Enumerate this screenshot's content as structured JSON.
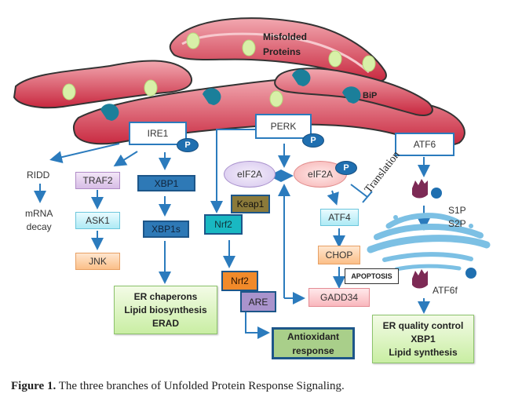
{
  "er": {
    "misfolded_line1": "Misfolded",
    "misfolded_line2": "Proteins",
    "bip": "BiP"
  },
  "sensors": {
    "ire1": "IRE1",
    "perk": "PERK",
    "atf6": "ATF6",
    "phospho": "P"
  },
  "ire1_branch": {
    "ridd": "RIDD",
    "mrna_line1": "mRNA",
    "mrna_line2": "decay",
    "traf2": "TRAF2",
    "ask1": "ASK1",
    "jnk": "JNK",
    "xbp1": "XBP1",
    "xbp1s": "XBP1s",
    "outcome": [
      "ER chaperons",
      "Lipid biosynthesis",
      "ERAD"
    ]
  },
  "perk_branch": {
    "eif2a": "eIF2A",
    "eif2a_p": "eIF2A",
    "keap1": "Keap1",
    "nrf2": "Nrf2",
    "nrf2_nuclear": "Nrf2",
    "are": "ARE",
    "antioxidant": [
      "Antioxidant",
      "response"
    ],
    "translation": "Translation",
    "atf4": "ATF4",
    "chop": "CHOP",
    "apoptosis": "APOPTOSIS",
    "gadd34": "GADD34"
  },
  "atf6_branch": {
    "s1p": "S1P",
    "s2p": "S2P",
    "atf6f": "ATF6f",
    "outcome": [
      "ER quality control",
      "XBP1",
      "Lipid synthesis"
    ]
  },
  "caption": {
    "label": "Figure 1.",
    "text": " The three branches of Unfolded Protein Response Signaling."
  },
  "colors": {
    "arrow": "#2b7bbd",
    "er_membrane": "#c8283f",
    "er_light": "#e8919b",
    "bip": "#1b7f9a",
    "misfolded": "#d8f0a8",
    "golgi": "#7cc0e4",
    "protease": "#7d2a55"
  }
}
